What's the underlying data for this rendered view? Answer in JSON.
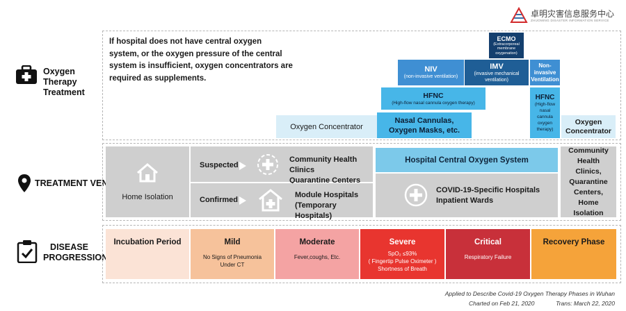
{
  "brand": {
    "name": "卓明灾害信息服务中心",
    "subname": "ZHUOMING DISASTER INFORMATION SERVICE",
    "colors": {
      "red": "#d2292b",
      "blue": "#3b6fa8"
    }
  },
  "left_labels": {
    "oxygen": "Oxygen\nTherapy\nTreatment",
    "venue": "TREATMENT VENUE",
    "disease": "DISEASE\nPROGRESSION"
  },
  "intro_text": "If hospital does not have central oxygen system, or the oxygen pressure of the central system is insufficient, oxygen concentrators are required as supplements.",
  "oxygen": {
    "ecmo": {
      "title": "ECMO",
      "sub": "(Extracorporeal membrane oxygenation)"
    },
    "niv": {
      "title": "NIV",
      "sub": "(non-invasive ventilation)"
    },
    "imv": {
      "title": "IMV",
      "sub": "(invasive mechanical ventilation)"
    },
    "niv_right": {
      "title": "Non-invasive Ventilation"
    },
    "hfnc": {
      "title": "HFNC",
      "sub": "(High-flow nasal cannula oxygen therapy)"
    },
    "hfnc_right": {
      "title": "HFNC",
      "sub": "(High-flow nasal cannula oxygen therapy)"
    },
    "concentrator_left": "Oxygen Concentrator",
    "nasal": "Nasal Cannulas, Oxygen Masks, etc.",
    "concentrator_right": "Oxygen Concentrator"
  },
  "venue": {
    "home": "Home Isolation",
    "suspected": "Suspected",
    "confirmed": "Confirmed",
    "community": "Community Health Clinics\nQuarantine Centers",
    "module": "Module Hospitals\n(Temporary Hospitals)",
    "central": "Hospital Central Oxygen System",
    "covid": "COVID-19-Specific Hospitals\nInpatient Wards",
    "right": "Community Health Clinics, Quarantine Centers, Home Isolation"
  },
  "stages": [
    {
      "title": "Incubation Period",
      "desc": "",
      "color": "#fbe3d6"
    },
    {
      "title": "Mild",
      "desc": "No Signs of Pneumonia\nUnder CT",
      "color": "#f6c29b"
    },
    {
      "title": "Moderate",
      "desc": "Fever,coughs, Etc.",
      "color": "#f4a3a3"
    },
    {
      "title": "Severe",
      "desc": "SpO₂ ≤93%\n( Fingertip Pulse Oximeter )\nShortness of Breath",
      "color": "#e8352f"
    },
    {
      "title": "Critical",
      "desc": "Respiratory Failure",
      "color": "#c8303a"
    },
    {
      "title": "Recovery Phase",
      "desc": "",
      "color": "#f5a33a"
    }
  ],
  "footer": {
    "line1": "Applied to Describe Covid-19 Oxygen Therapy Phases in Wuhan",
    "line2a": "Charted on Feb 21, 2020",
    "line2b": "Trans: March 22, 2020"
  }
}
